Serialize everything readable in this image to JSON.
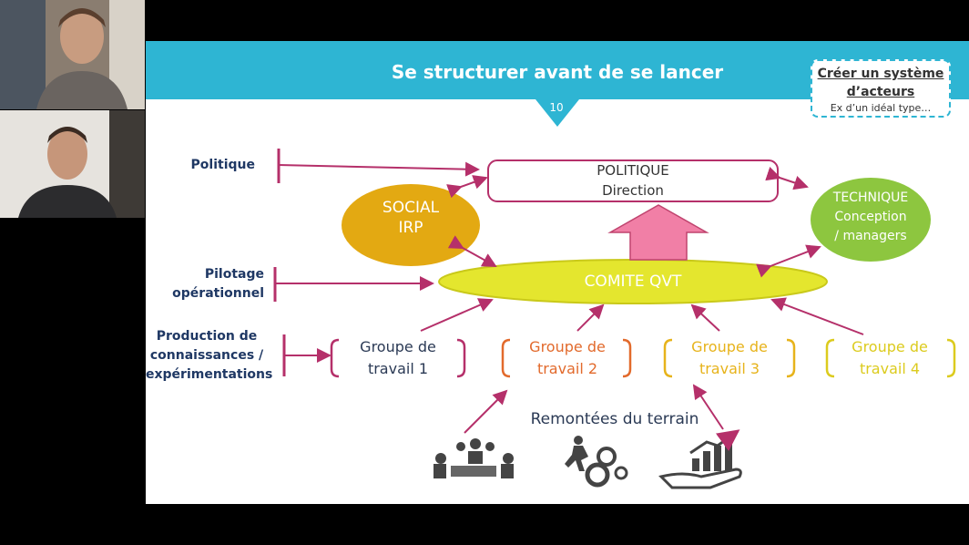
{
  "slide": {
    "title": "Se structurer avant de se lancer",
    "page_number": "10",
    "callout": {
      "line1": "Créer un système",
      "line2": "d’acteurs",
      "line3": "Ex d’un idéal type…"
    },
    "labels": {
      "politique": "Politique",
      "pilotage_1": "Pilotage",
      "pilotage_2": "opérationnel",
      "production_1": "Production de",
      "production_2": "connaissances /",
      "production_3": "expérimentations"
    },
    "nodes": {
      "politique_1": "POLITIQUE",
      "politique_2": "Direction",
      "social_1": "SOCIAL",
      "social_2": "IRP",
      "technique_1": "TECHNIQUE",
      "technique_2": "Conception",
      "technique_3": "/ managers",
      "comite": "COMITE QVT"
    },
    "groups": [
      {
        "line1": "Groupe de",
        "line2": "travail 1",
        "color": "#2b3a55"
      },
      {
        "line1": "Groupe de",
        "line2": "travail 2",
        "color": "#e26a2c"
      },
      {
        "line1": "Groupe de",
        "line2": "travail 3",
        "color": "#e7b31b"
      },
      {
        "line1": "Groupe de",
        "line2": "travail 4",
        "color": "#dccb1e"
      }
    ],
    "terrain": "Remontées du terrain",
    "icons": [
      "meeting-icon",
      "gear-runner-icon",
      "growth-hand-icon"
    ]
  },
  "colors": {
    "header": "#2eb5d3",
    "arrow": "#b5306a",
    "social": "#e3a912",
    "technique": "#8dc63f",
    "comite": "#e4e62e"
  }
}
